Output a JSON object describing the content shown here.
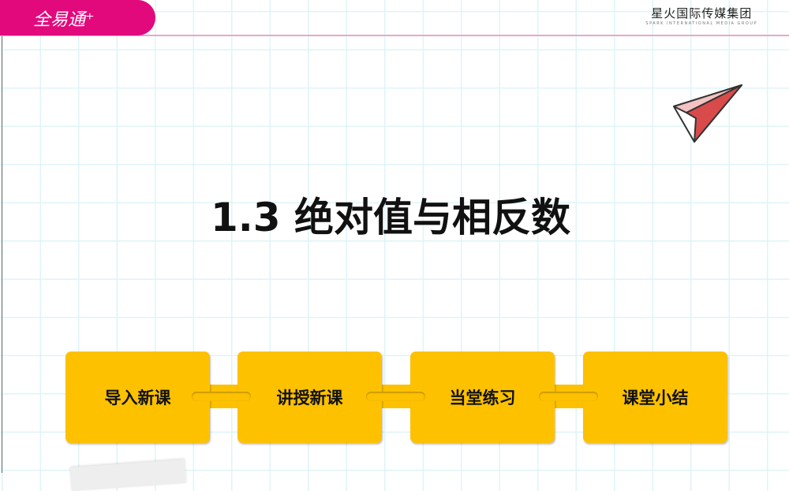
{
  "header": {
    "logo_text": "全易通⁺",
    "brand_cn": "星火国际传媒集团",
    "brand_en": "SPARK INTERNATIONAL MEDIA GROUP"
  },
  "title": "1.3  绝对值与相反数",
  "steps": [
    {
      "label": "导入新课"
    },
    {
      "label": "讲授新课"
    },
    {
      "label": "当堂练习"
    },
    {
      "label": "课堂小结"
    }
  ],
  "colors": {
    "logo_bg": "#e2097c",
    "step_bg": "#fdc100",
    "grid": "#dff4f7"
  },
  "icons": {
    "decoration": "paper-plane-icon"
  }
}
